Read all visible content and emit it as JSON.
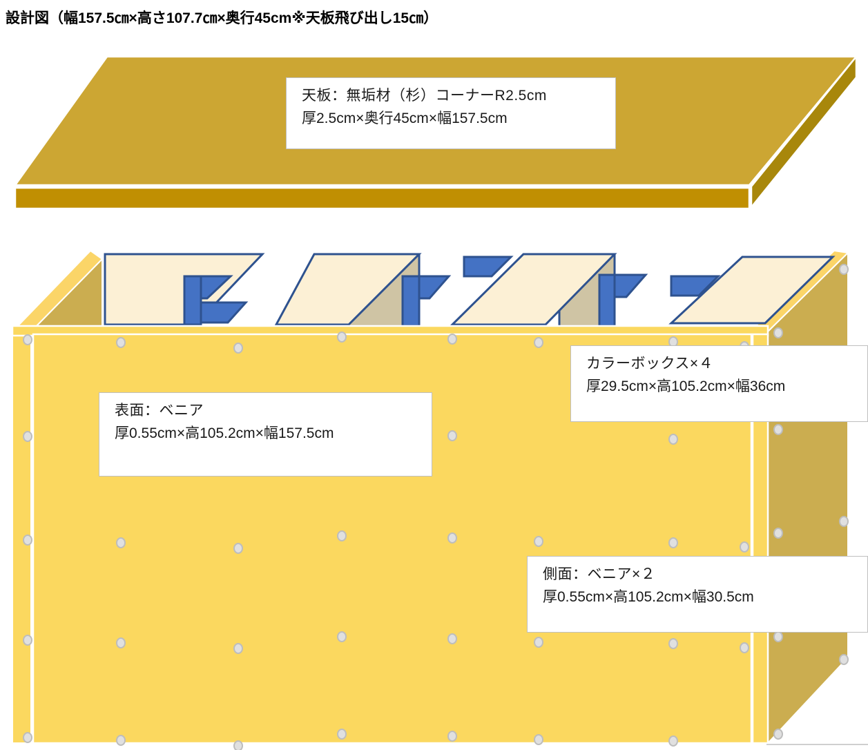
{
  "title": "設計図（幅157.5㎝×高さ107.7㎝×奥行45cm※天板飛び出し15㎝）",
  "overall": {
    "width_cm": "157.5",
    "height_cm": "107.7",
    "depth_cm": "45",
    "top_overhang_cm": "15"
  },
  "callouts": {
    "top_board": {
      "line1": "天板：無垢材（杉）コーナーR2.5cm",
      "line2": "厚2.5cm×奥行45cm×幅157.5cm"
    },
    "front_panel": {
      "line1": "表面：ベニア",
      "line2": "厚0.55cm×高105.2cm×幅157.5cm"
    },
    "color_boxes": {
      "line1": "カラーボックス×４",
      "line2": "厚29.5cm×高105.2cm×幅36cm"
    },
    "side_panel": {
      "line1": "側面：ベニア×２",
      "line2": "厚0.55cm×高105.2cm×幅30.5cm"
    }
  },
  "colors": {
    "top_face": "#CCA633",
    "top_front_edge": "#C08F02",
    "top_right_edge": "#A8870B",
    "front_veneer": "#FBD85F",
    "side_veneer_dark": "#CBAD50",
    "side_veneer_light": "#FBD568",
    "box_top_face": "#FCF0D5",
    "box_side_face": "#CFC4A4",
    "box_outline": "#2E528F",
    "box_accent_blue": "#4472C4",
    "screw_head": "#D9D9D9",
    "screw_ring": "#BFBFBF",
    "callout_border": "#BFBFBF",
    "callout_bg": "#FFFFFF",
    "baseline": "#BFBFBF"
  },
  "parts": {
    "screw_columns_x": [
      40,
      175,
      345,
      495,
      655,
      780,
      925,
      1065,
      1130,
      1225
    ],
    "screw_rows_y": [
      490,
      630,
      780,
      925,
      1065
    ],
    "color_box_count": 4
  }
}
